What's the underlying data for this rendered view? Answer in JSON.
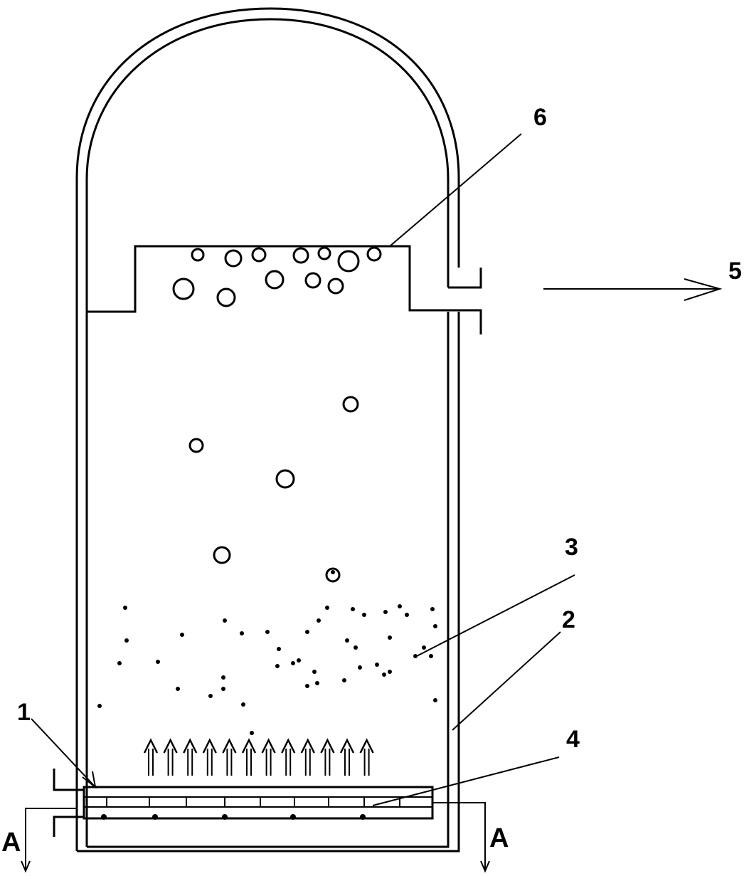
{
  "diagram": {
    "labels": {
      "ref_1": "1",
      "ref_2": "2",
      "ref_3": "3",
      "ref_4": "4",
      "ref_5": "5",
      "ref_6": "6",
      "section_left": "A",
      "section_right": "A"
    },
    "colors": {
      "ink": "#000000",
      "background": "#ffffff"
    }
  }
}
